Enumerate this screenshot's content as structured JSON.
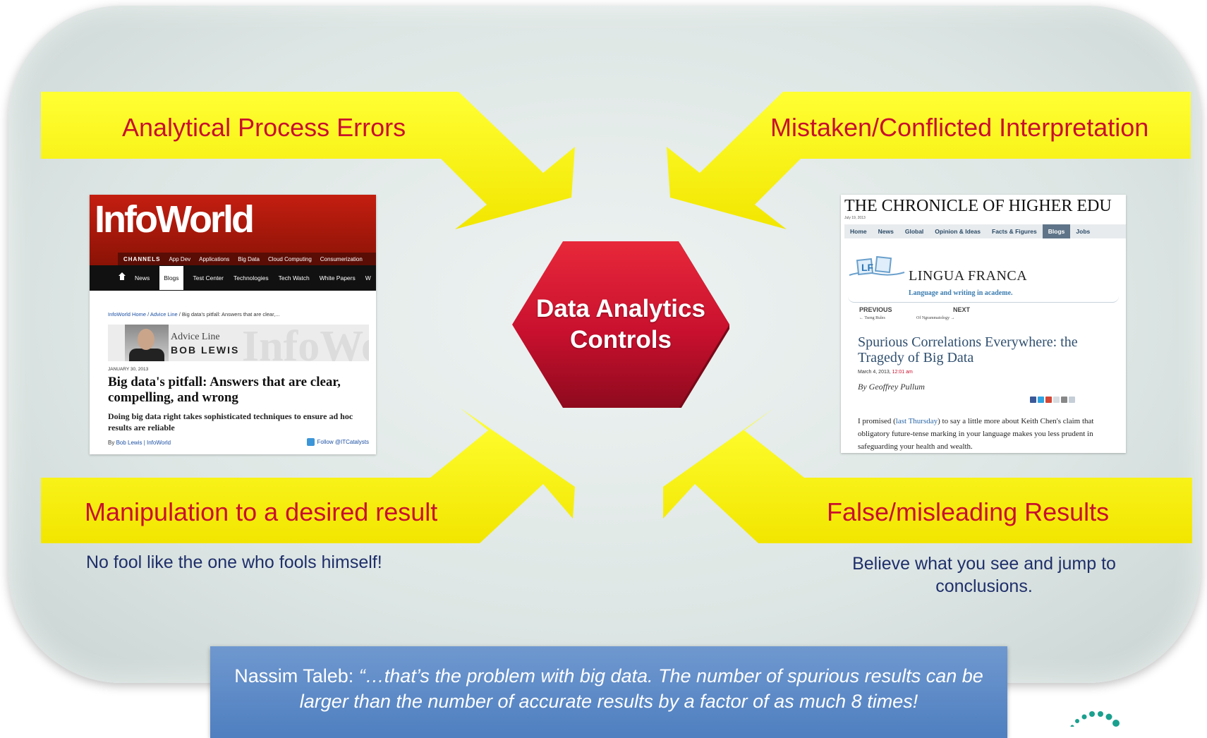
{
  "arrows": {
    "top_left_label": "Analytical Process Errors",
    "top_right_label": "Mistaken/Conflicted Interpretation",
    "bottom_left_label": "Manipulation to a desired result",
    "bottom_right_label": "False/misleading Results",
    "fill_color": "#ffff00"
  },
  "center": {
    "title": "Data Analytics Controls",
    "color": "#c8102e"
  },
  "captions": {
    "bottom_left": "No fool like the one who fools himself!",
    "bottom_right": "Believe what you see and jump to conclusions."
  },
  "infoworld": {
    "logo": "InfoWorld",
    "channels_title": "CHANNELS",
    "channels": [
      "App Dev",
      "Applications",
      "Big Data",
      "Cloud Computing",
      "Consumerization"
    ],
    "nav": [
      "News",
      "Blogs",
      "Test Center",
      "Technologies",
      "Tech Watch",
      "White Papers",
      "W"
    ],
    "breadcrumb_link": "InfoWorld Home / Advice Line",
    "breadcrumb_rest": " / Big data's pitfall: Answers that are clear,...",
    "column": "Advice Line",
    "author": "BOB LEWIS",
    "watermark": "InfoWo",
    "date": "JANUARY 30, 2013",
    "headline": "Big data's pitfall: Answers that are clear, compelling, and wrong",
    "deck": "Doing big data right takes sophisticated techniques to ensure ad hoc results are reliable",
    "byline_prefix": "By ",
    "byline_link": "Bob Lewis | InfoWorld",
    "follow": "Follow @ITCatalysts"
  },
  "chronicle": {
    "masthead": "THE CHRONICLE OF HIGHER EDU",
    "date": "July 19, 2013",
    "nav": [
      "Home",
      "News",
      "Global",
      "Opinion & Ideas",
      "Facts & Figures",
      "Blogs",
      "Jobs"
    ],
    "active_nav": "Blogs",
    "blog_logo": "LF",
    "blog_title": "LINGUA FRANCA",
    "blog_tagline": "Language and writing in academe.",
    "previous_label": "PREVIOUS",
    "previous_link": "← Tseng Rules",
    "next_label": "NEXT",
    "next_link": "Of Ngrammatology →",
    "headline": "Spurious Correlations Everywhere: the Tragedy of Big Data",
    "post_date": "March 4, 2013, ",
    "post_time": "12:01 am",
    "author": "By Geoffrey Pullum",
    "body_1": "I promised (",
    "body_link": "last Thursday",
    "body_2": ") to say a little more about Keith Chen's claim that obligatory future-tense marking in your language makes you less prudent in safeguarding your health and wealth."
  },
  "quote": {
    "speaker": "Nassim Taleb: ",
    "text": "“…that’s the problem with big data. The number of spurious results can be larger than the number of accurate results by a factor of as much 8 times!"
  }
}
